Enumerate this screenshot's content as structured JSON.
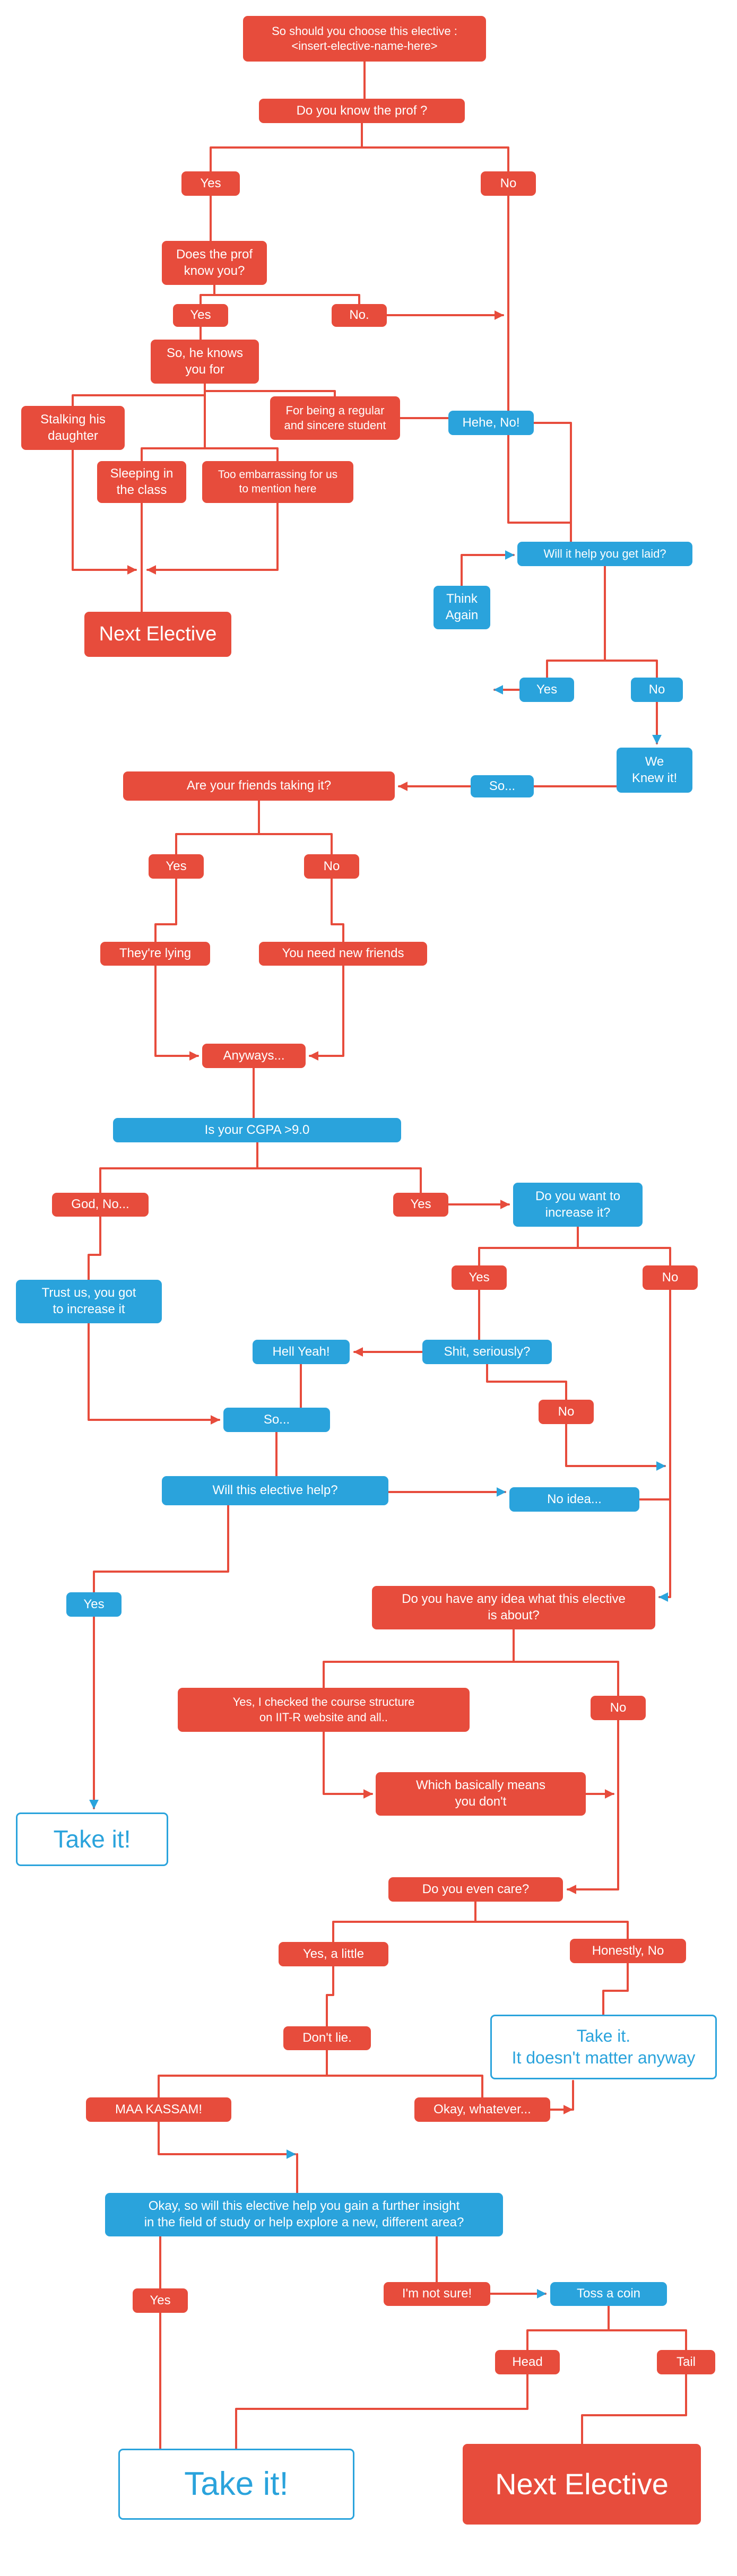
{
  "colors": {
    "red": "#e74c3c",
    "blue": "#2aa3dc",
    "background": "#ffffff"
  },
  "nodes": {
    "title": {
      "text": "So should you choose this elective :\n<insert-elective-name-here>"
    },
    "know_prof": {
      "text": "Do you know the prof ?"
    },
    "yes1": {
      "text": "Yes"
    },
    "no1": {
      "text": "No"
    },
    "prof_know_you": {
      "text": "Does the prof\nknow you?"
    },
    "yes2": {
      "text": "Yes"
    },
    "no2": {
      "text": "No."
    },
    "knows_you_for": {
      "text": "So, he knows\nyou for"
    },
    "stalking": {
      "text": "Stalking his\ndaughter"
    },
    "regular": {
      "text": "For being a regular\nand sincere student"
    },
    "sleeping": {
      "text": "Sleeping in\nthe class"
    },
    "embarrassing": {
      "text": "Too embarrassing for us\nto mention here"
    },
    "next_elective_1": {
      "text": "Next Elective"
    },
    "hehe_no": {
      "text": "Hehe, No!"
    },
    "get_laid": {
      "text": "Will it help you get laid?"
    },
    "think_again": {
      "text": "Think\nAgain"
    },
    "yes_laid": {
      "text": "Yes"
    },
    "no_laid": {
      "text": "No"
    },
    "we_knew_it": {
      "text": "We\nKnew it!"
    },
    "so1": {
      "text": "So..."
    },
    "friends_taking": {
      "text": "Are your friends taking it?"
    },
    "yes3": {
      "text": "Yes"
    },
    "no3": {
      "text": "No"
    },
    "theyre_lying": {
      "text": "They're lying"
    },
    "new_friends": {
      "text": "You need new friends"
    },
    "anyways": {
      "text": "Anyways..."
    },
    "cgpa": {
      "text": "Is your CGPA >9.0"
    },
    "god_no": {
      "text": "God, No..."
    },
    "yes4": {
      "text": "Yes"
    },
    "increase_it": {
      "text": "Do you want to\nincrease it?"
    },
    "trust_us": {
      "text": "Trust us, you got\nto increase it"
    },
    "yes5": {
      "text": "Yes"
    },
    "no5": {
      "text": "No"
    },
    "hell_yeah": {
      "text": "Hell Yeah!"
    },
    "shit_seriously": {
      "text": "Shit, seriously?"
    },
    "no6": {
      "text": "No"
    },
    "so2": {
      "text": "So..."
    },
    "elective_help": {
      "text": "Will this elective help?"
    },
    "no_idea": {
      "text": "No idea..."
    },
    "yes6": {
      "text": "Yes"
    },
    "any_idea": {
      "text": "Do you have any idea what this elective\nis about?"
    },
    "checked": {
      "text": "Yes, I checked the course structure\non IIT-R website and all.."
    },
    "no7": {
      "text": "No"
    },
    "basically": {
      "text": "Which basically means\nyou don't"
    },
    "take_it_1": {
      "text": "Take it!"
    },
    "even_care": {
      "text": "Do you even care?"
    },
    "yes_little": {
      "text": "Yes, a little"
    },
    "honestly_no": {
      "text": "Honestly, No"
    },
    "dont_lie": {
      "text": "Don't lie."
    },
    "take_it_anyway": {
      "text": "Take it.\nIt doesn't matter anyway"
    },
    "maa_kassam": {
      "text": "MAA KASSAM!"
    },
    "okay_whatever": {
      "text": "Okay, whatever..."
    },
    "big_question": {
      "text": "Okay, so will this elective help you gain a further insight\nin the field of study or help explore a new,  different area?"
    },
    "yes7": {
      "text": "Yes"
    },
    "not_sure": {
      "text": "I'm not sure!"
    },
    "toss_coin": {
      "text": "Toss a coin"
    },
    "head": {
      "text": "Head"
    },
    "tail": {
      "text": "Tail"
    },
    "take_it_final": {
      "text": "Take it!"
    },
    "next_elective_final": {
      "text": "Next Elective"
    }
  }
}
